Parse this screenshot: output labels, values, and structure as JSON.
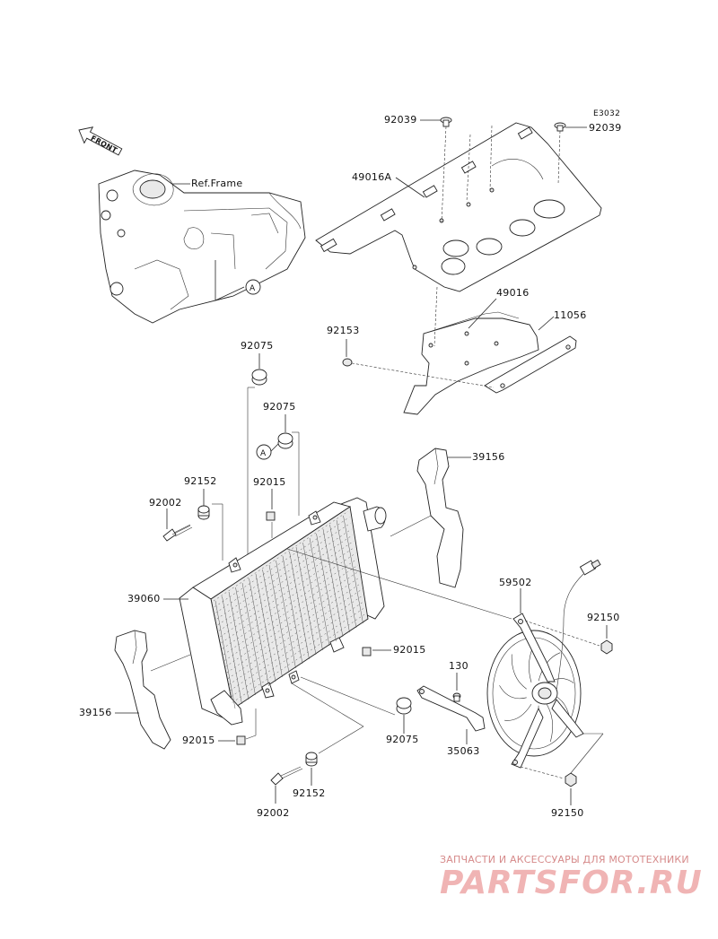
{
  "diagram": {
    "code": "E3032",
    "front_label": "FRONT",
    "ref_frame": "Ref.Frame",
    "ref_mark": "A",
    "labels": {
      "p92039a": "92039",
      "p92039b": "92039",
      "p49016a": "49016A",
      "p49016": "49016",
      "p11056": "11056",
      "p92153": "92153",
      "p92075a": "92075",
      "p92075b": "92075",
      "p92075c": "92075",
      "p39156a": "39156",
      "p39156b": "39156",
      "p92152a": "92152",
      "p92152b": "92152",
      "p92015a": "92015",
      "p92015b": "92015",
      "p92015c": "92015",
      "p92002a": "92002",
      "p92002b": "92002",
      "p39060": "39060",
      "p59502": "59502",
      "p92150a": "92150",
      "p92150b": "92150",
      "p130": "130",
      "p35063": "35063"
    }
  },
  "watermark": {
    "line1": "ЗАПЧАСТИ И АКСЕССУАРЫ ДЛЯ МОТОТЕХНИКИ",
    "line2": "PARTSFOR.RU"
  }
}
